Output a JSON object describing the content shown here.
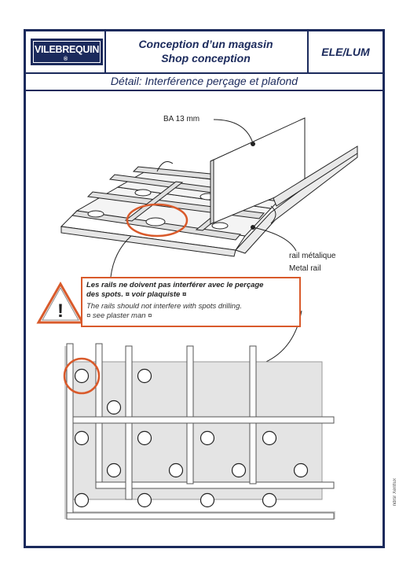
{
  "header": {
    "logo_text": "VILEBREQUIN",
    "logo_reg": "®",
    "title_fr": "Conception d’un magasin",
    "title_en": "Shop conception",
    "code": "ELE/LUM"
  },
  "subheader": "Détail: Interférence perçage et plafond",
  "labels": {
    "board": "BA  13 mm",
    "rail_fr": "rail métalique",
    "rail_en": "Metal rail"
  },
  "warning": {
    "fr_line1": "Les rails ne doivent pas interférer avec le perçage",
    "fr_line2": "des spots. ¤ voir plaquiste ¤",
    "en_line1": "The rails should not interfere with spots drilling.",
    "en_line2": "¤ see plaster man ¤",
    "symbol": "!"
  },
  "side_text": "ndrsr Xenflux",
  "colors": {
    "frame": "#1b2a5c",
    "highlight": "#d95a2b"
  }
}
